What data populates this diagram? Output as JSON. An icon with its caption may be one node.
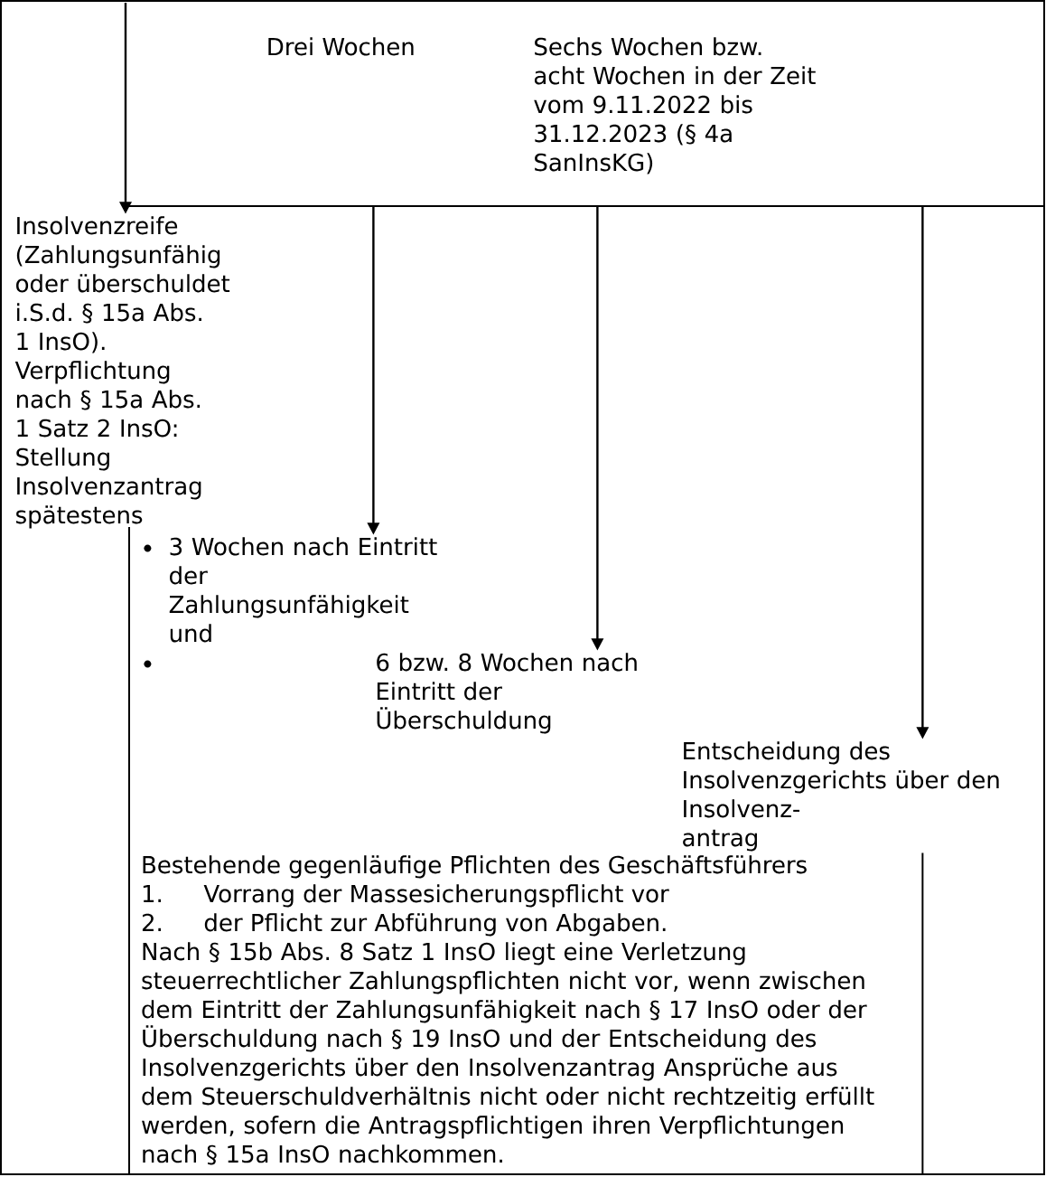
{
  "diagram": {
    "nodes": [
      {
        "text": [
          "Insolvenzreife (Zahlungsunfähig oder überschuldet i.S.d. § 15a Abs. 1 InsO). Verpflichtung nach § 15a Abs. 1 Satz 2 InsO: Stellung Insolvenzantrag spätestens"
        ]
      },
      {
        "text": [
          "3 Wochen nach Eintritt der Zahlungsunfähigkeit und"
        ]
      },
      {
        "text": [
          "6 bzw. 8 Wochen nach Eintritt der Überschuldung"
        ]
      },
      {
        "text": [
          "Entscheidung des Insolvenzgerichts über den Insolvenz- antrag"
        ]
      }
    ],
    "edges": [
      {
        "from": null,
        "to": 0,
        "arrow": "to"
      },
      {
        "from": null,
        "to": 1,
        "arrow": "to"
      },
      {
        "from": null,
        "to": 2,
        "arrow": "to"
      },
      {
        "from": null,
        "to": 3,
        "arrow": "to"
      }
    ],
    "labels": [
      "Drei Wochen",
      "Sechs Wochen bzw. acht Wochen in der Zeit vom 9.11.2022 bis 31.12.2023 (§ 4a SanInsKG)",
      "Bestehende gegenläufige Pflichten des Geschäftsführers",
      "1.",
      "Vorrang der Massesicherungspflicht vor",
      "2.",
      "der Pflicht zur Abführung von Abgaben.",
      "Nach § 15b Abs. 8 Satz 1 InsO liegt eine Verletzung steuerrechtlicher Zahlungspflichten nicht vor, wenn zwischen dem Eintritt der Zahlungsunfähigkeit nach § 17 InsO oder der Überschuldung nach § 19 InsO und der Entscheidung des Insolvenzgerichts über den Insolvenzantrag Ansprüche aus dem Steuerschuldverhältnis nicht oder nicht rechtzeitig erfüllt werden, sofern die Antragspflichtigen ihren Verpflichtungen nach § 15a InsO nachkommen."
    ]
  }
}
